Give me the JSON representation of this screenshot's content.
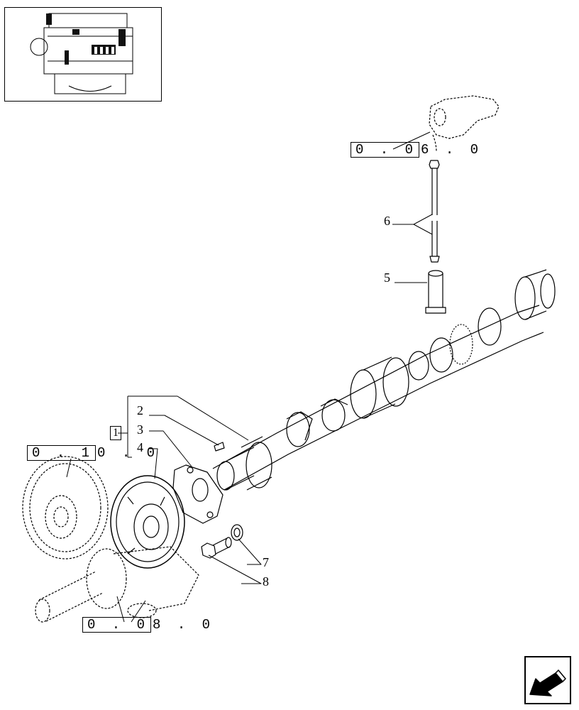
{
  "references": {
    "rocker": {
      "box": "0 . 0",
      "rest": "6 . 0"
    },
    "gear_train": {
      "box": "0 . 1",
      "rest": "0 . 0"
    },
    "crankshaft": {
      "box": "0 . 0",
      "rest": "8 . 0"
    }
  },
  "callouts": {
    "group": "1",
    "key": "2",
    "plate": "3",
    "gear": "4",
    "tappet": "5",
    "pushrod": "6",
    "washer": "7",
    "bolt": "8"
  },
  "icons": {
    "thumbnail": "engine-thumbnail-icon",
    "navigation": "arrow-back-icon"
  }
}
